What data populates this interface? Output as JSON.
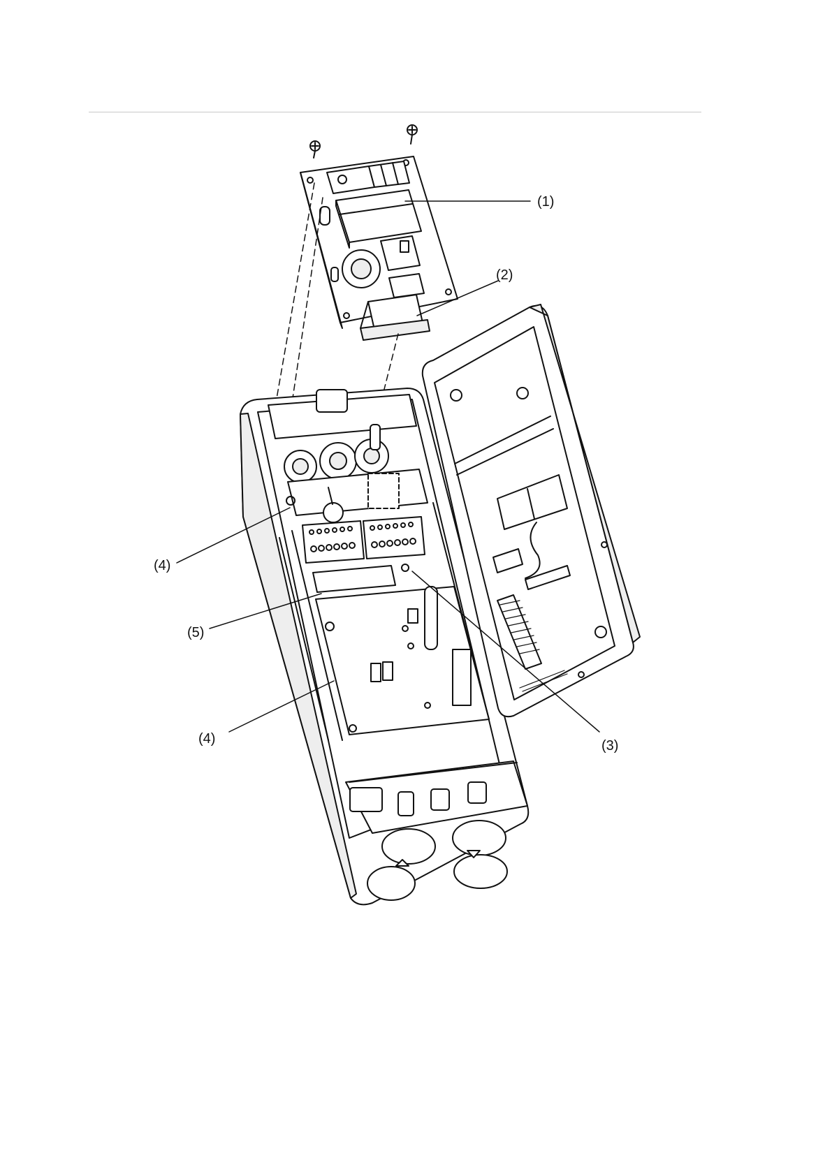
{
  "figure": {
    "callouts": [
      {
        "id": "c1",
        "label": "(1)"
      },
      {
        "id": "c2",
        "label": "(2)"
      },
      {
        "id": "c3",
        "label": "(3)"
      },
      {
        "id": "c4a",
        "label": "(4)"
      },
      {
        "id": "c4b",
        "label": "(4)"
      },
      {
        "id": "c5",
        "label": "(5)"
      }
    ],
    "colors": {
      "line": "#111111",
      "fill": "#ffffff",
      "shade": "#eeeeee",
      "rule": "#c8c8c8"
    }
  }
}
